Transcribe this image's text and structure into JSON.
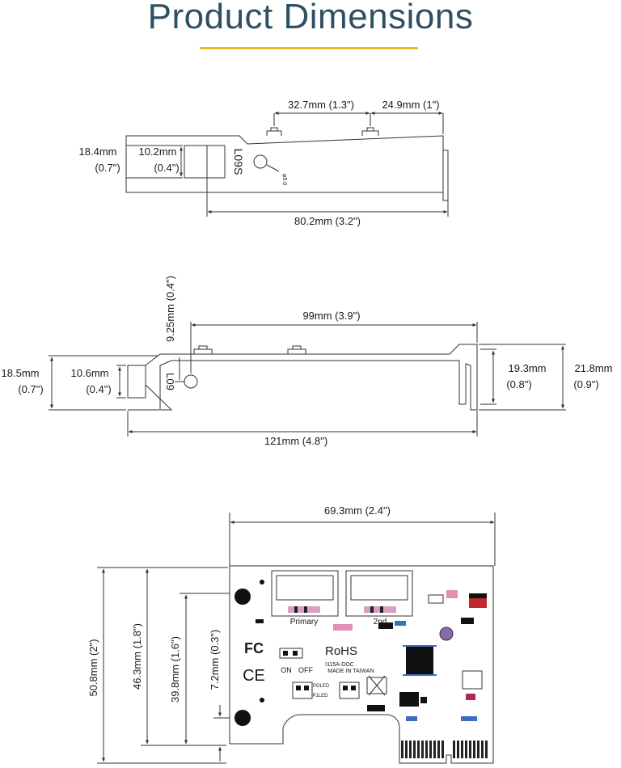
{
  "title": "Product Dimensions",
  "colors": {
    "title": "#2f4f63",
    "underline": "#e8b82a",
    "line": "#333333"
  },
  "low_profile_bracket": {
    "dim_hole_span": "32.7mm (1.3\")",
    "dim_end_span": "24.9mm (1\")",
    "dim_outer_h_1": "18.4mm",
    "dim_outer_h_2": "(0.7\")",
    "dim_inner_h_1": "10.2mm",
    "dim_inner_h_2": "(0.4\")",
    "dim_length": "80.2mm (3.2\")",
    "stamp": "L09S",
    "hole_label": "φ5.0"
  },
  "full_profile_bracket": {
    "dim_top_offset": "9.25mm (0.4\")",
    "dim_span": "99mm (3.9\")",
    "dim_outer_h_1": "18.5mm",
    "dim_outer_h_2": "(0.7\")",
    "dim_inner_h_1": "10.6mm",
    "dim_inner_h_2": "(0.4\")",
    "dim_right_inner_1": "19.3mm",
    "dim_right_inner_2": "(0.8\")",
    "dim_right_outer_1": "21.8mm",
    "dim_right_outer_2": "(0.9\")",
    "dim_length": "121mm (4.8\")",
    "stamp": "L09"
  },
  "card": {
    "dim_width": "69.3mm (2.4\")",
    "dim_height_1": "50.8mm (2\")",
    "dim_height_2": "46.3mm (1.8\")",
    "dim_height_3": "39.8mm (1.6\")",
    "dim_height_4": "7.2mm (0.3\")",
    "port_primary": "Primary",
    "port_2nd": "2nd",
    "rohs": "RoHS",
    "model": "I115A-DOC",
    "made_in": "MADE IN TAIWAN",
    "on": "ON",
    "off": "OFF",
    "poled": "POLED",
    "pled": "P1LED",
    "fc": "FC",
    "ce": "CE"
  }
}
